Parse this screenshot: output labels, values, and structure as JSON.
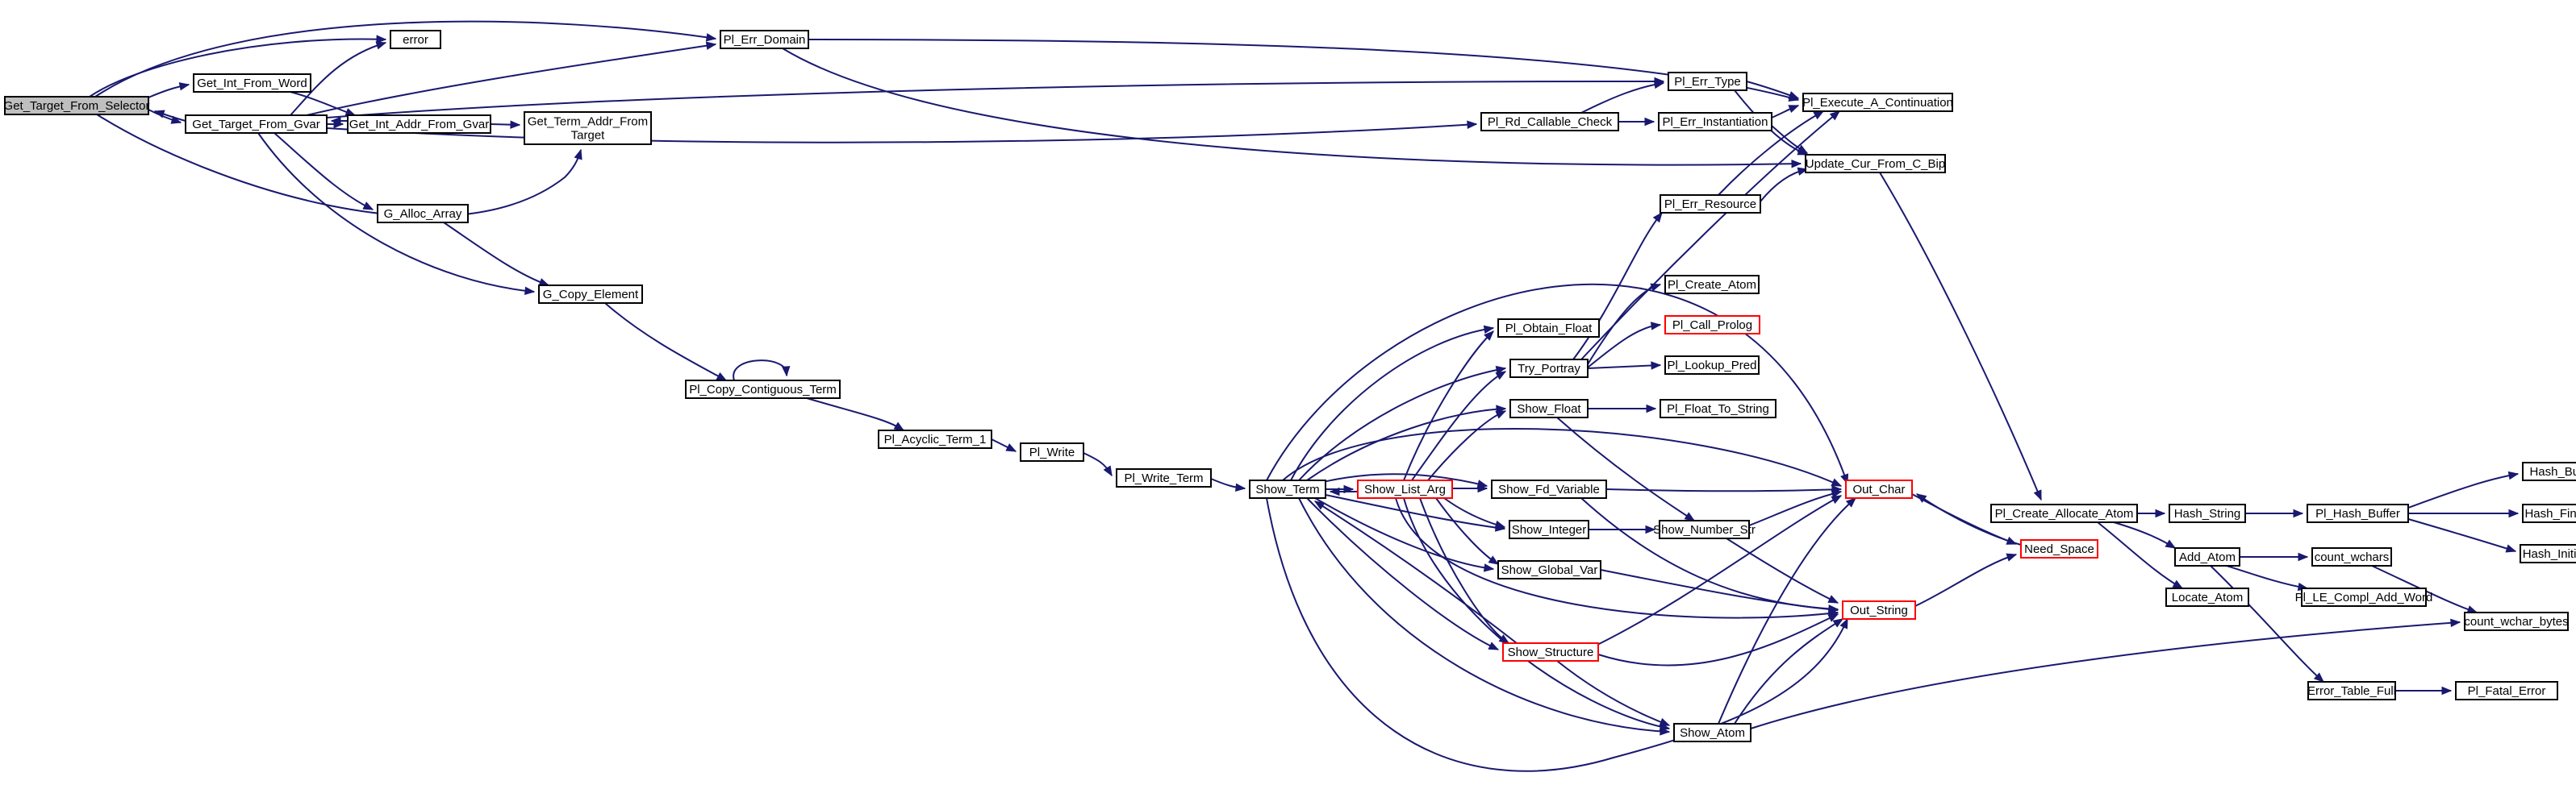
{
  "graph": {
    "colors": {
      "edge": "#191970",
      "root_fill": "#bfbfbf",
      "node_border": "#000000",
      "truncated_border": "#ff0000"
    },
    "nodes": [
      {
        "id": "n_root",
        "label": "Get_Target_From_Selector",
        "style": "root"
      },
      {
        "id": "n_error",
        "label": "error"
      },
      {
        "id": "n_gifw",
        "label": "Get_Int_From_Word"
      },
      {
        "id": "n_gtfg",
        "label": "Get_Target_From_Gvar"
      },
      {
        "id": "n_giafg",
        "label": "Get_Int_Addr_From_Gvar"
      },
      {
        "id": "n_gtaft",
        "label": [
          "Get_Term_Addr_From",
          "Target"
        ]
      },
      {
        "id": "n_galloc",
        "label": "G_Alloc_Array"
      },
      {
        "id": "n_gcopy",
        "label": "G_Copy_Element"
      },
      {
        "id": "n_pcct",
        "label": "Pl_Copy_Contiguous_Term"
      },
      {
        "id": "n_pat1",
        "label": "Pl_Acyclic_Term_1"
      },
      {
        "id": "n_pw",
        "label": "Pl_Write"
      },
      {
        "id": "n_pwt",
        "label": "Pl_Write_Term"
      },
      {
        "id": "n_st",
        "label": "Show_Term"
      },
      {
        "id": "n_sla",
        "label": "Show_List_Arg",
        "style": "truncated"
      },
      {
        "id": "n_sstr",
        "label": "Show_Structure",
        "style": "truncated"
      },
      {
        "id": "n_ped",
        "label": "Pl_Err_Domain"
      },
      {
        "id": "n_pet",
        "label": "Pl_Err_Type"
      },
      {
        "id": "n_prcc",
        "label": "Pl_Rd_Callable_Check"
      },
      {
        "id": "n_pei",
        "label": "Pl_Err_Instantiation"
      },
      {
        "id": "n_peac",
        "label": "Pl_Execute_A_Continuation"
      },
      {
        "id": "n_ucfcb",
        "label": "Update_Cur_From_C_Bip"
      },
      {
        "id": "n_per",
        "label": "Pl_Err_Resource"
      },
      {
        "id": "n_pca",
        "label": "Pl_Create_Atom"
      },
      {
        "id": "n_pcp",
        "label": "Pl_Call_Prolog",
        "style": "truncated"
      },
      {
        "id": "n_plp",
        "label": "Pl_Lookup_Pred"
      },
      {
        "id": "n_pof",
        "label": "Pl_Obtain_Float"
      },
      {
        "id": "n_tp",
        "label": "Try_Portray"
      },
      {
        "id": "n_sf",
        "label": "Show_Float"
      },
      {
        "id": "n_pfts",
        "label": "Pl_Float_To_String"
      },
      {
        "id": "n_sfv",
        "label": "Show_Fd_Variable"
      },
      {
        "id": "n_si",
        "label": "Show_Integer"
      },
      {
        "id": "n_sns",
        "label": "Show_Number_Str"
      },
      {
        "id": "n_sgv",
        "label": "Show_Global_Var"
      },
      {
        "id": "n_sa",
        "label": "Show_Atom"
      },
      {
        "id": "n_oc",
        "label": "Out_Char",
        "style": "truncated"
      },
      {
        "id": "n_os",
        "label": "Out_String",
        "style": "truncated"
      },
      {
        "id": "n_ns",
        "label": "Need_Space",
        "style": "truncated"
      },
      {
        "id": "n_pcaa",
        "label": "Pl_Create_Allocate_Atom"
      },
      {
        "id": "n_hs",
        "label": "Hash_String"
      },
      {
        "id": "n_phb",
        "label": "Pl_Hash_Buffer"
      },
      {
        "id": "n_hb",
        "label": "Hash_Buffer"
      },
      {
        "id": "n_hf",
        "label": "Hash_Finalize"
      },
      {
        "id": "n_hi",
        "label": "Hash_Initialize"
      },
      {
        "id": "n_aa",
        "label": "Add_Atom"
      },
      {
        "id": "n_la",
        "label": "Locate_Atom"
      },
      {
        "id": "n_cw",
        "label": "count_wchars"
      },
      {
        "id": "n_plecaw",
        "label": "Pl_LE_Compl_Add_Word"
      },
      {
        "id": "n_cwb",
        "label": "count_wchar_bytes"
      },
      {
        "id": "n_etf",
        "label": "Error_Table_Full"
      },
      {
        "id": "n_pfe",
        "label": "Pl_Fatal_Error"
      }
    ]
  }
}
